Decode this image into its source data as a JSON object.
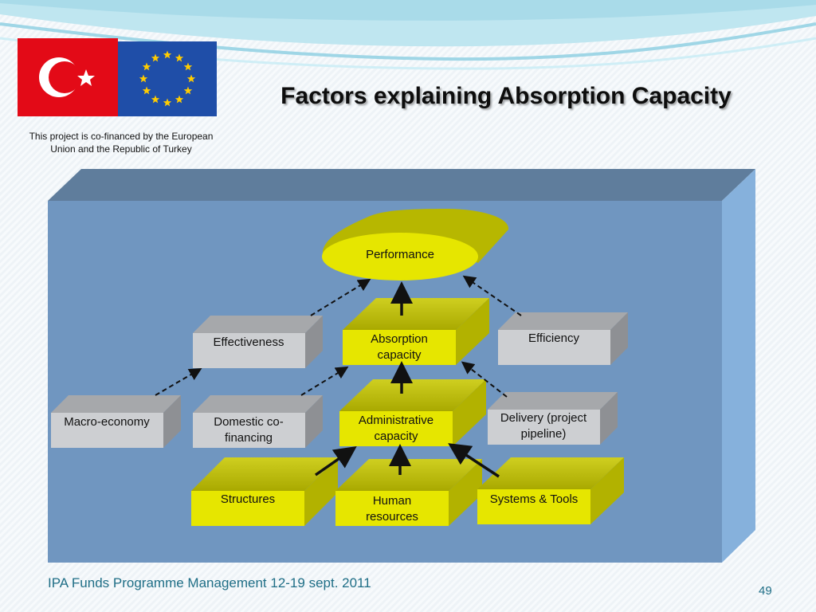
{
  "header": {
    "caption_line1": "This project is co-financed by the European",
    "caption_line2": "Union and the Republic of Turkey",
    "title": "Factors explaining Absorption Capacity"
  },
  "diagram": {
    "performance": "Performance",
    "effectiveness": "Effectiveness",
    "absorption_line1": "Absorption",
    "absorption_line2": "capacity",
    "efficiency": "Efficiency",
    "macro_economy": "Macro-economy",
    "domestic_line1": "Domestic co-",
    "domestic_line2": "financing",
    "administrative_line1": "Administrative",
    "administrative_line2": "capacity",
    "delivery_line1": "Delivery (project",
    "delivery_line2": "pipeline)",
    "structures": "Structures",
    "human_line1": "Human",
    "human_line2": "resources",
    "systems_tools": "Systems & Tools"
  },
  "footer": {
    "text": "IPA Funds Programme Management 12-19 sept. 2011",
    "page_number": "49"
  },
  "colors": {
    "yellow_box": "#e6e600",
    "grey_box": "#cdcfd2",
    "panel_front": "#7096c0",
    "flag_red": "#e30a17",
    "flag_blue": "#1f4ea8",
    "footer_text": "#1f6e86"
  }
}
